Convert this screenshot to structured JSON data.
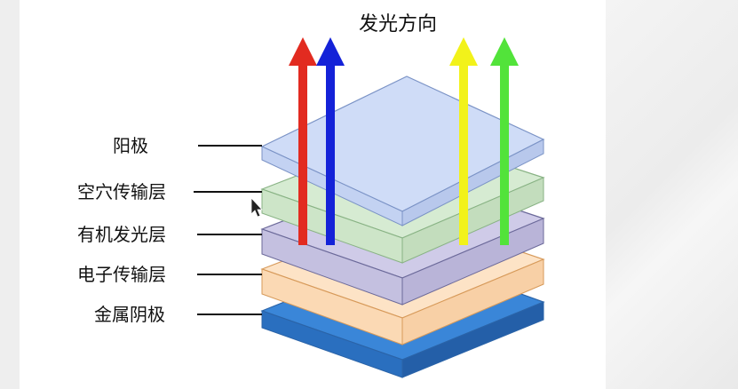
{
  "diagram": {
    "title": "发光方向",
    "layers": [
      {
        "label": "阳极",
        "color": "#c9d6f3"
      },
      {
        "label": "空穴传输层",
        "color": "#cfe5cb"
      },
      {
        "label": "有机发光层",
        "color": "#c9c5e3"
      },
      {
        "label": "电子传输层",
        "color": "#fbdcbb"
      },
      {
        "label": "金属阴极",
        "color": "#3a7fd1"
      }
    ],
    "arrows": [
      {
        "color": "#e22b20"
      },
      {
        "color": "#1422d8"
      },
      {
        "color": "#f2f21a"
      },
      {
        "color": "#52e33a"
      }
    ]
  }
}
